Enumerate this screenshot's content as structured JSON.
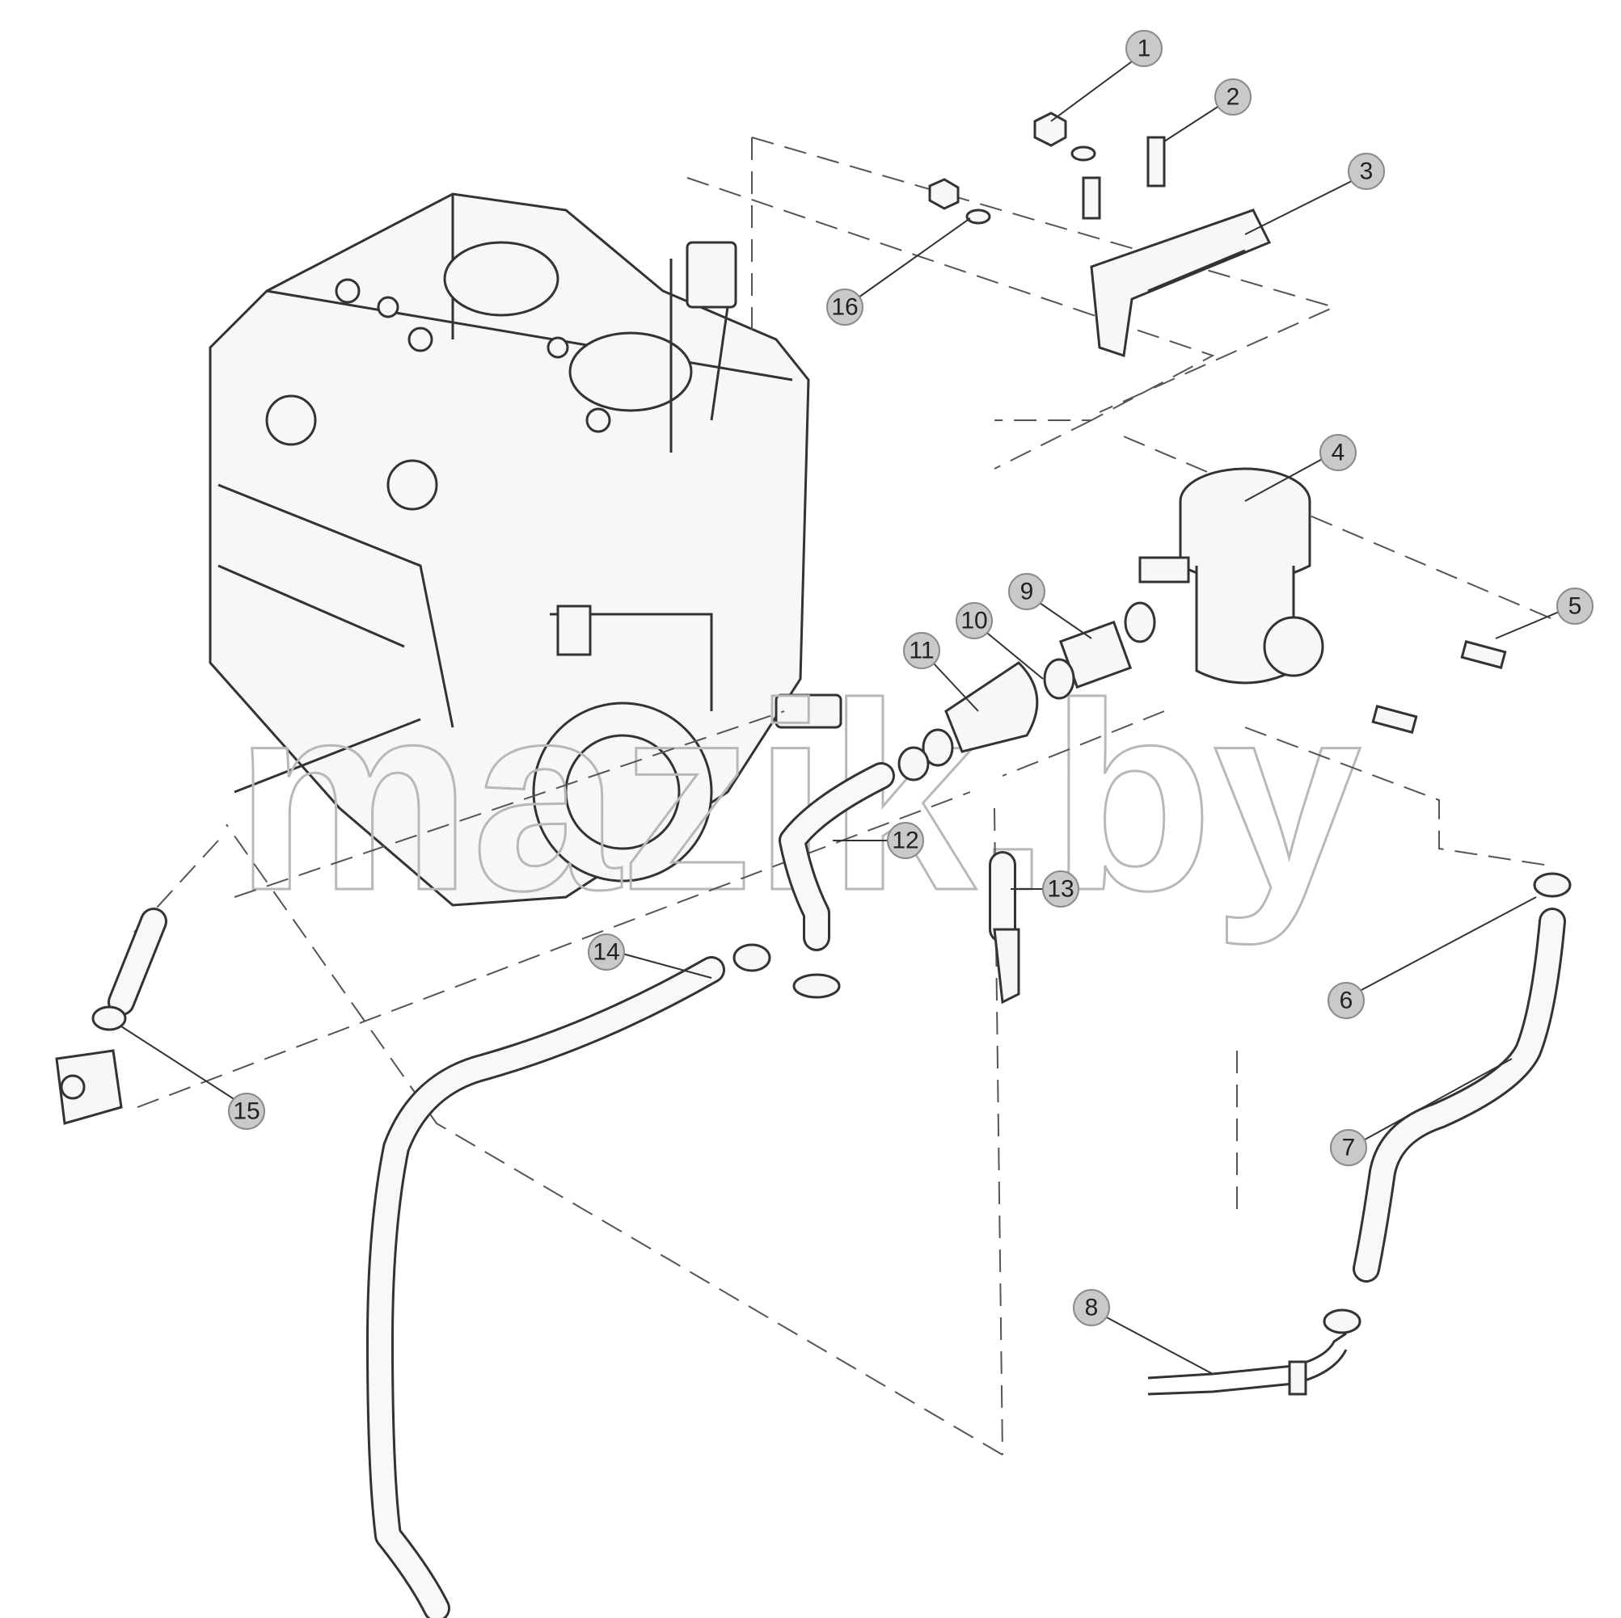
{
  "watermark": "mazik.by",
  "callouts": [
    {
      "id": "1",
      "label": "1"
    },
    {
      "id": "2",
      "label": "2"
    },
    {
      "id": "3",
      "label": "3"
    },
    {
      "id": "4",
      "label": "4"
    },
    {
      "id": "5",
      "label": "5"
    },
    {
      "id": "6",
      "label": "6"
    },
    {
      "id": "7",
      "label": "7"
    },
    {
      "id": "8",
      "label": "8"
    },
    {
      "id": "9",
      "label": "9"
    },
    {
      "id": "10",
      "label": "10"
    },
    {
      "id": "11",
      "label": "11"
    },
    {
      "id": "12",
      "label": "12"
    },
    {
      "id": "13",
      "label": "13"
    },
    {
      "id": "14",
      "label": "14"
    },
    {
      "id": "15",
      "label": "15"
    },
    {
      "id": "16",
      "label": "16"
    }
  ]
}
